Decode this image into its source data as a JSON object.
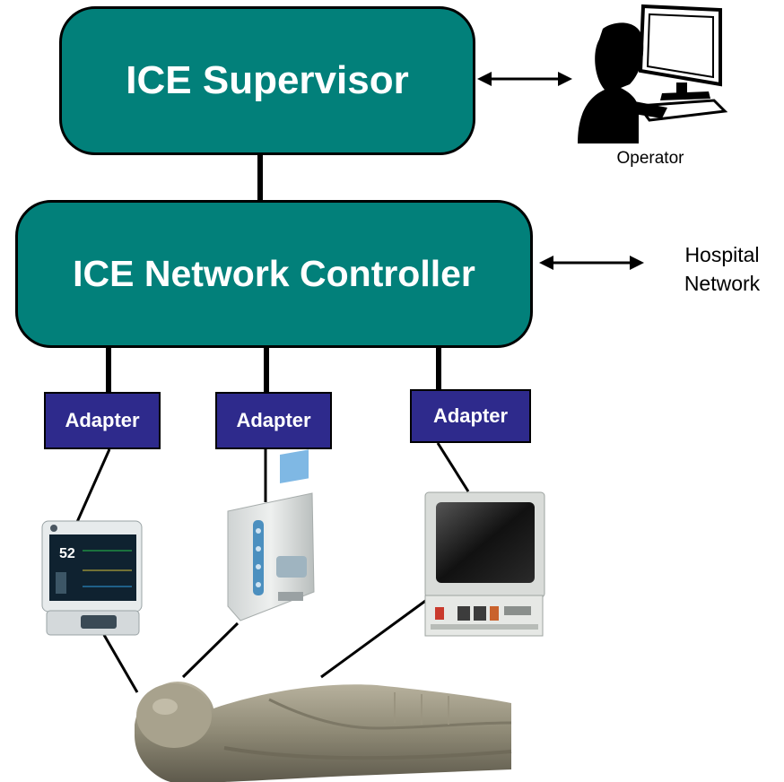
{
  "supervisor": {
    "label": "ICE Supervisor"
  },
  "controller": {
    "label": "ICE Network Controller"
  },
  "adapters": [
    {
      "label": "Adapter"
    },
    {
      "label": "Adapter"
    },
    {
      "label": "Adapter"
    }
  ],
  "operator": {
    "label": "Operator"
  },
  "hospital_network": {
    "line1": "Hospital",
    "line2": "Network"
  },
  "devices": [
    {
      "screen_value": "52"
    }
  ],
  "colors": {
    "block_fill": "#02807A",
    "adapter_fill": "#2E2A8C",
    "connector": "#000000"
  }
}
